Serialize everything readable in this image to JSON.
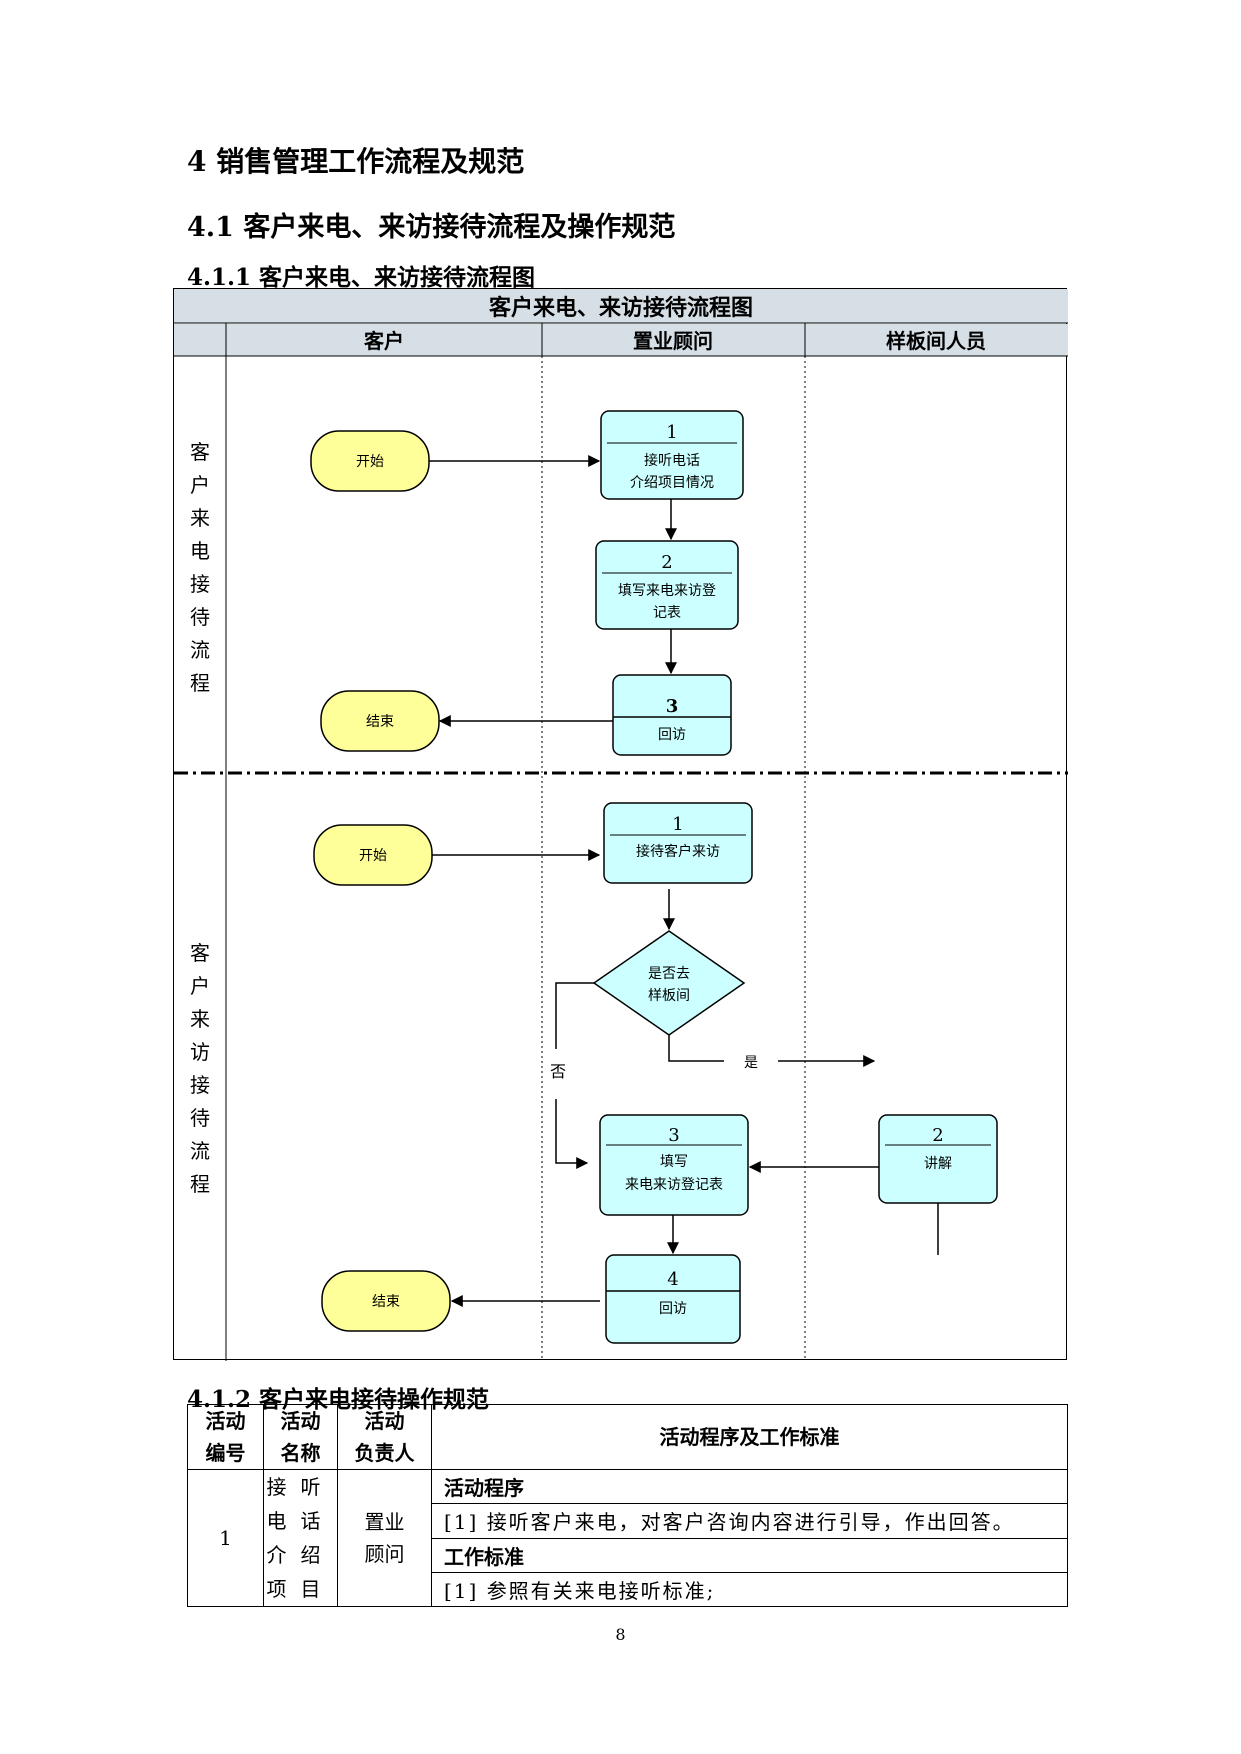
{
  "headings": {
    "h1": "4 销售管理工作流程及规范",
    "h2": "4.1 客户来电、来访接待流程及操作规范",
    "h3": "4.1.1 客户来电、来访接待流程图",
    "h4": "4.1.2 客户来电接待操作规范"
  },
  "flowchart": {
    "title": "客户来电、来访接待流程图",
    "lanes": [
      "客户",
      "置业顾问",
      "样板间人员"
    ],
    "section_phone": {
      "label": "客户来电接待流程",
      "start": "开始",
      "step1_num": "1",
      "step1_line1": "接听电话",
      "step1_line2": "介绍项目情况",
      "step2_num": "2",
      "step2_line1": "填写来电来访登",
      "step2_line2": "记表",
      "step3_num": "3",
      "step3_line1": "回访",
      "end": "结束"
    },
    "section_visit": {
      "label": "客户来访接待流程",
      "start": "开始",
      "step1_num": "1",
      "step1_line1": "接待客户来访",
      "decision_line1": "是否去",
      "decision_line2": "样板间",
      "yes": "是",
      "no": "否",
      "step2_num": "2",
      "step2_line1": "讲解",
      "step3_num": "3",
      "step3_line1": "填写",
      "step3_line2": "来电来访登记表",
      "step4_num": "4",
      "step4_line1": "回访",
      "end": "结束"
    },
    "colors": {
      "title_bg": "#d6dfe5",
      "terminal_fill": "#ffff99",
      "process_fill": "#ccffff"
    }
  },
  "spec_table": {
    "headers": {
      "col1_a": "活动",
      "col1_b": "编号",
      "col2_a": "活动",
      "col2_b": "名称",
      "col3_a": "活动",
      "col3_b": "负责人",
      "col4": "活动程序及工作标准"
    },
    "row": {
      "number": "1",
      "name_1": "接听",
      "name_2": "电话",
      "name_3": "介绍",
      "name_4": "项目",
      "owner_1": "置业",
      "owner_2": "顾问",
      "procedure_label": "活动程序",
      "procedure_text": "[1] 接听客户来电，对客户咨询内容进行引导，作出回答。",
      "standard_label": "工作标准",
      "standard_text": "[1] 参照有关来电接听标准;"
    }
  },
  "page_number": "8"
}
